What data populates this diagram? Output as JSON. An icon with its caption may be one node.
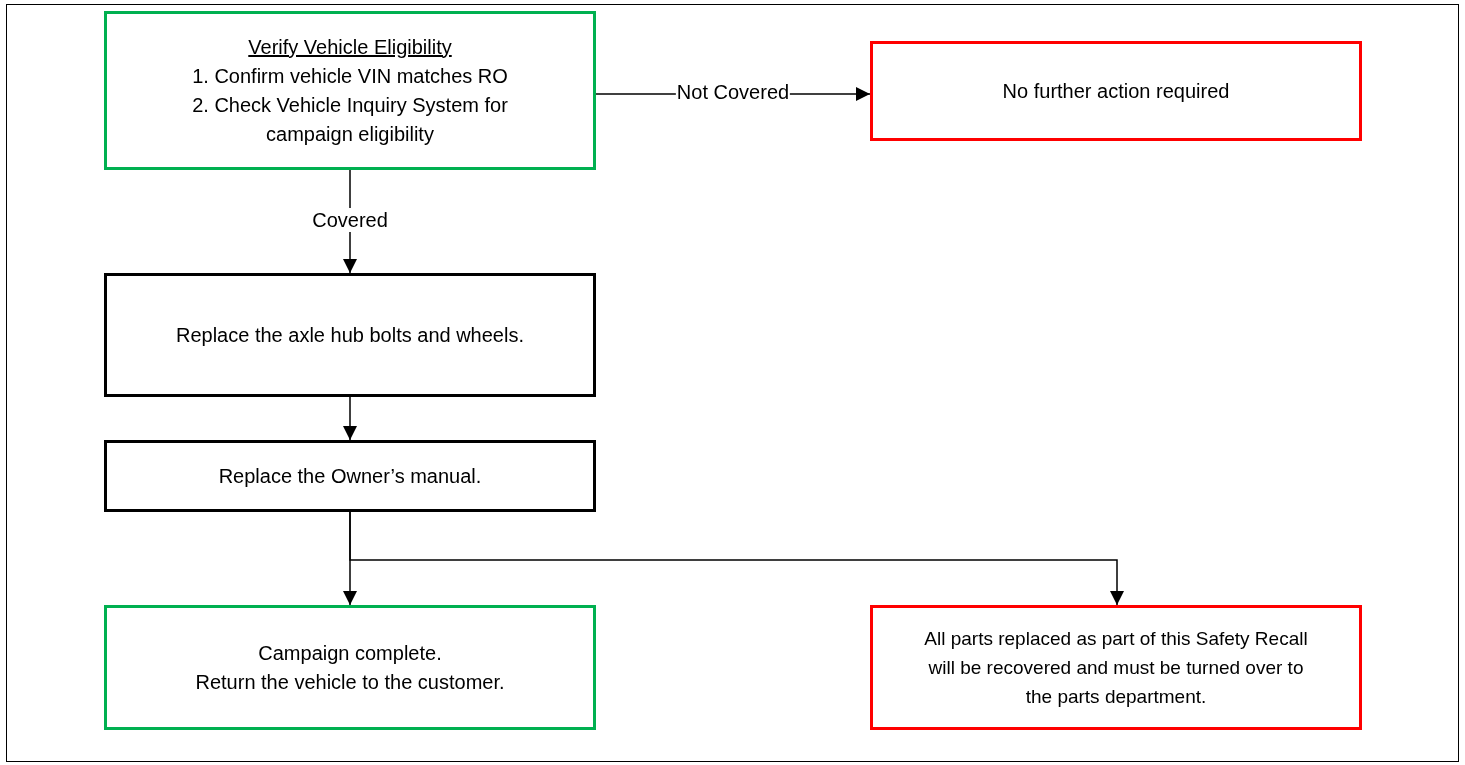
{
  "diagram": {
    "nodes": [
      {
        "text": [
          "Verify Vehicle Eligibility",
          "1. Confirm vehicle VIN matches RO",
          "2. Check Vehicle Inquiry System for campaign eligibility"
        ]
      },
      {
        "text": [
          "No further action required"
        ]
      },
      {
        "text": [
          "Replace the axle hub bolts and wheels."
        ]
      },
      {
        "text": [
          "Replace the Owner’s manual."
        ]
      },
      {
        "text": [
          "Campaign complete.",
          "Return the vehicle to the customer."
        ]
      },
      {
        "text": [
          "All parts replaced as part of this Safety Recall will be recovered and must be turned over to the parts department."
        ]
      }
    ],
    "edges": [
      {
        "from": 0,
        "to": 1,
        "arrow": "to",
        "label": "Not Covered"
      },
      {
        "from": 0,
        "to": 2,
        "arrow": "to",
        "label": "Covered"
      },
      {
        "from": 2,
        "to": 3,
        "arrow": "to"
      },
      {
        "from": 3,
        "to": 4,
        "arrow": "to"
      },
      {
        "from": 3,
        "to": 5,
        "arrow": "to"
      }
    ]
  }
}
